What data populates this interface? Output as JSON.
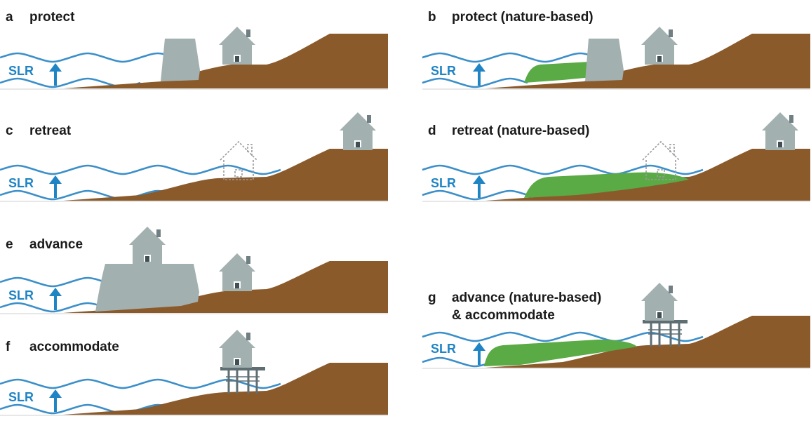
{
  "colors": {
    "water": "#3b8fc9",
    "earth": "#8b5a2b",
    "structure": "#a3b0b0",
    "vegetation": "#5aaa46",
    "slr_text": "#1f84c4",
    "ghost": "#9a9a9a"
  },
  "slr_label": "SLR",
  "panels": {
    "a": {
      "letter": "a",
      "title": "protect"
    },
    "b": {
      "letter": "b",
      "title": "protect (nature-based)"
    },
    "c": {
      "letter": "c",
      "title": "retreat"
    },
    "d": {
      "letter": "d",
      "title": "retreat (nature-based)"
    },
    "e": {
      "letter": "e",
      "title": "advance"
    },
    "f": {
      "letter": "f",
      "title": "accommodate"
    },
    "g": {
      "letter": "g",
      "title": "advance (nature-based)",
      "title2": "& accommodate"
    }
  }
}
